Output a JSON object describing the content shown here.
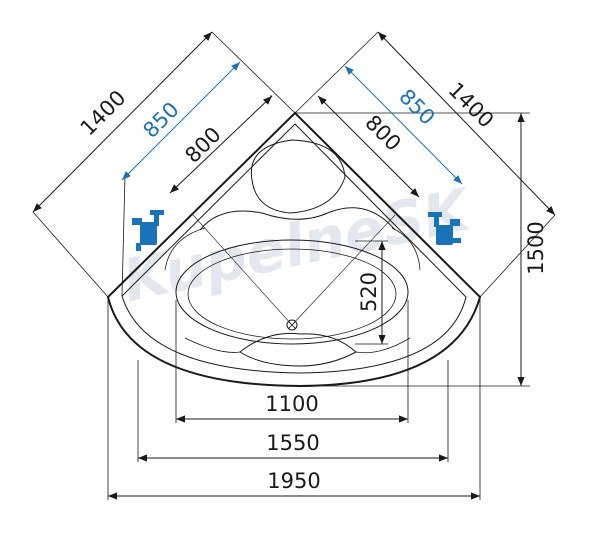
{
  "watermark": "KupelneSK",
  "colors": {
    "line": "#1a1a1a",
    "accent": "#1a73b8",
    "faucet": "#1a73b8",
    "watermark": "#e3e8ee"
  },
  "dimensions": {
    "left_outer": "1400",
    "left_mid": "850",
    "left_inner": "800",
    "right_outer": "1400",
    "right_mid": "850",
    "right_inner": "800",
    "height": "1500",
    "depth": "520",
    "width_inner": "1100",
    "width_mid": "1550",
    "width_outer": "1950"
  },
  "icons": [
    "faucet-left-icon",
    "faucet-right-icon",
    "drain-icon"
  ]
}
